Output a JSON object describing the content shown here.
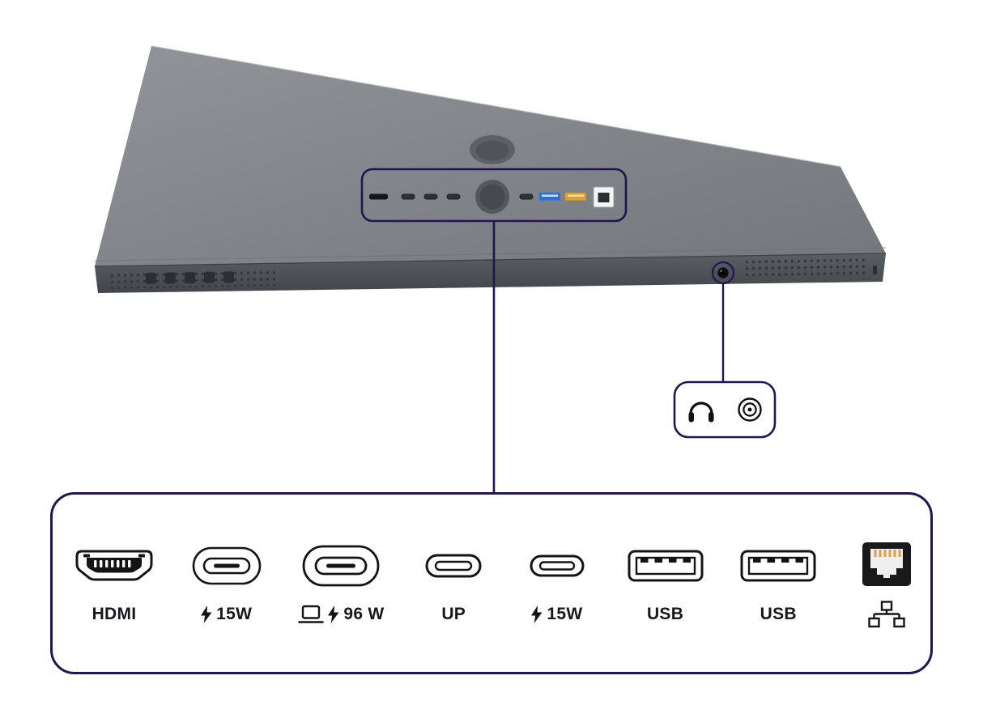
{
  "colors": {
    "callout_outline": "#221550",
    "monitor_body": "#83868b",
    "monitor_edge": "#4c4f54",
    "label_text": "#17171f",
    "usb_port_blue": "#2f6fd6",
    "usb_port_yellow": "#dda12b"
  },
  "monitor": {
    "rear_port_icons": [
      "hdmi",
      "usb-c",
      "usb-c",
      "usb-c",
      "stand-mount",
      "usb-c",
      "usb-a",
      "usb-a",
      "ethernet"
    ],
    "side_jack_icon": "audio-jack"
  },
  "audio_callout": {
    "icons": [
      "headphones-icon",
      "audio-jack-icon"
    ]
  },
  "ports_panel": {
    "items": [
      {
        "name": "hdmi",
        "icon": "hdmi-port-icon",
        "label": "HDMI"
      },
      {
        "name": "usb-c-15w",
        "icon": "usb-c-port-icon",
        "bolt": true,
        "label": "15W"
      },
      {
        "name": "usb-c-96w",
        "icon": "usb-c-port-icon",
        "bolt": true,
        "laptop": true,
        "label": "96 W"
      },
      {
        "name": "usb-c-up",
        "icon": "usb-c-port-icon",
        "label": "UP"
      },
      {
        "name": "usb-c-15w-2",
        "icon": "usb-c-port-icon",
        "bolt": true,
        "label": "15W"
      },
      {
        "name": "usb-a-1",
        "icon": "usb-a-port-icon",
        "label": "USB"
      },
      {
        "name": "usb-a-2",
        "icon": "usb-a-port-icon",
        "label": "USB"
      },
      {
        "name": "ethernet",
        "icon": "ethernet-port-icon",
        "lan_symbol": "lan-network-icon"
      }
    ]
  }
}
